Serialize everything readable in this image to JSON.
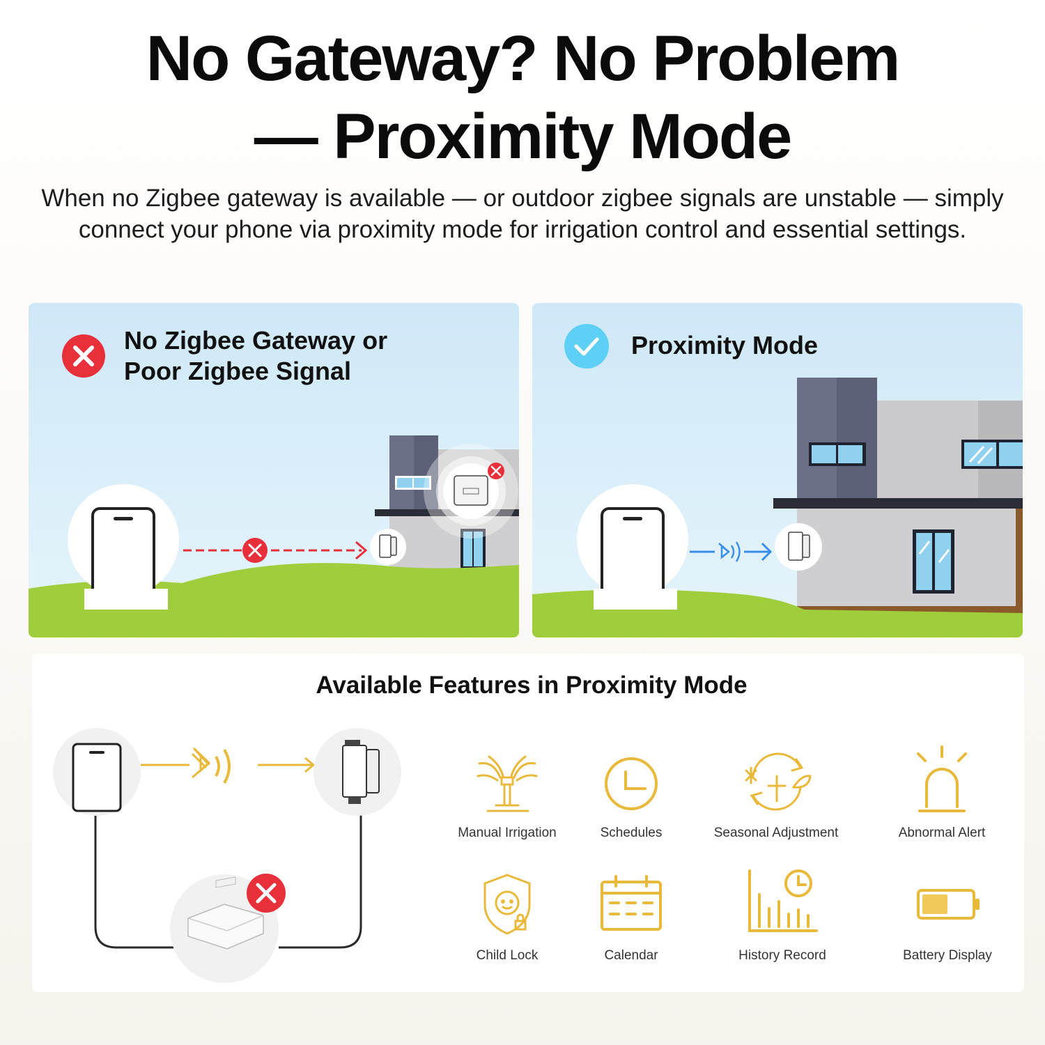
{
  "header": {
    "title_line1": "No Gateway? No Problem",
    "title_line2": "— Proximity Mode",
    "subtitle": "When no Zigbee gateway is available — or outdoor zigbee signals are unstable — simply connect your phone via proximity mode for irrigation control and essential settings."
  },
  "panels": {
    "left": {
      "heading_line1": "No Zigbee Gateway or",
      "heading_line2": "Poor Zigbee Signal",
      "status_icon": "red-x-icon"
    },
    "right": {
      "heading": "Proximity Mode",
      "status_icon": "blue-check-icon"
    }
  },
  "features": {
    "title": "Available Features in Proximity Mode",
    "items": [
      {
        "label": "Manual Irrigation",
        "icon": "sprinkler-icon"
      },
      {
        "label": "Schedules",
        "icon": "clock-icon"
      },
      {
        "label": "Seasonal Adjustment",
        "icon": "seasonal-cycle-icon"
      },
      {
        "label": "Abnormal Alert",
        "icon": "alarm-light-icon"
      },
      {
        "label": "Child Lock",
        "icon": "child-lock-shield-icon"
      },
      {
        "label": "Calendar",
        "icon": "calendar-icon"
      },
      {
        "label": "History Record",
        "icon": "history-chart-icon"
      },
      {
        "label": "Battery Display",
        "icon": "battery-icon"
      }
    ]
  },
  "colors": {
    "accent_gold": "#e8b93a",
    "error_red": "#e8303a",
    "check_blue": "#5fd0f5",
    "grass_green": "#9fcd3c"
  }
}
